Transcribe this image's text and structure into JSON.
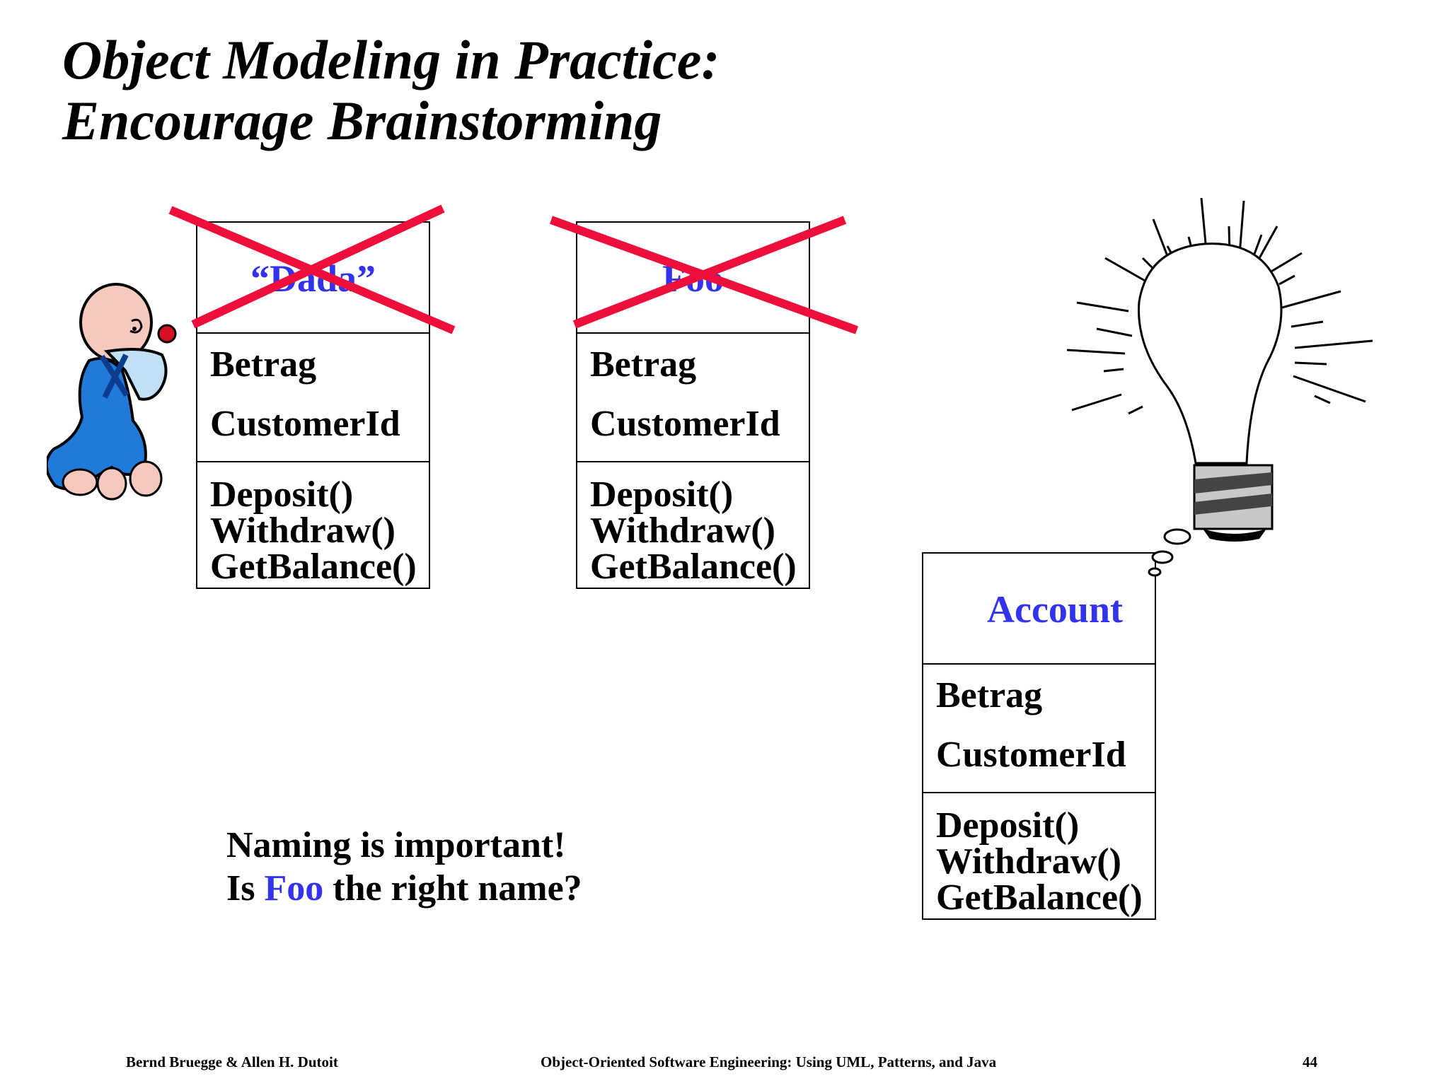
{
  "title": {
    "line1": "Object Modeling in Practice:",
    "line2": "Encourage Brainstorming"
  },
  "classes": [
    {
      "name": "“Dada”",
      "attributes": [
        "Betrag",
        "CustomerId"
      ],
      "operations": [
        "Deposit()",
        "Withdraw()",
        "GetBalance()"
      ],
      "crossed_out": true
    },
    {
      "name": "Foo",
      "attributes": [
        "Betrag",
        "CustomerId"
      ],
      "operations": [
        "Deposit()",
        "Withdraw()",
        "GetBalance()"
      ],
      "crossed_out": true
    },
    {
      "name": "Account",
      "attributes": [
        "Betrag",
        "CustomerId"
      ],
      "operations": [
        "Deposit()",
        "Withdraw()",
        "GetBalance()"
      ],
      "crossed_out": false
    }
  ],
  "note": {
    "line1": "Naming is important!",
    "line2_prefix": "Is ",
    "line2_highlight": "Foo",
    "line2_suffix": " the right name?"
  },
  "footer": {
    "authors": "Bernd Bruegge & Allen H. Dutoit",
    "book": "Object-Oriented Software Engineering: Using UML, Patterns, and Java",
    "page": "44"
  },
  "colors": {
    "class_name": "#3333ee",
    "cross": "#ee0e3c",
    "baby_clothes": "#1f7ad8"
  },
  "icons": [
    "baby-icon",
    "light-bulb-icon",
    "thought-bubble-icon"
  ]
}
